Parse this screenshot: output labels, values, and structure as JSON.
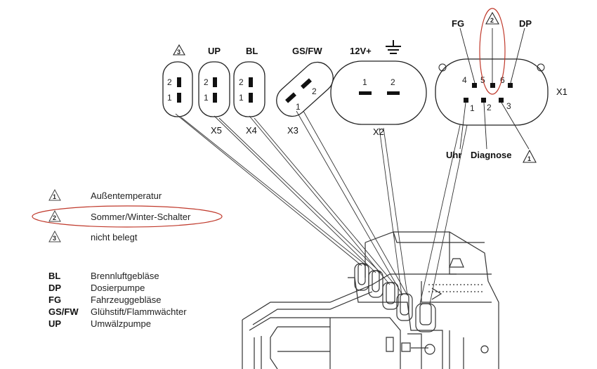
{
  "connectors": {
    "x5": {
      "label": "X5",
      "header": "UP",
      "pin1": "1",
      "pin2": "2"
    },
    "x4": {
      "label": "X4",
      "header": "BL",
      "pin1": "1",
      "pin2": "2"
    },
    "x3": {
      "label": "X3",
      "header": "GS/FW",
      "pin1": "1",
      "pin2": "2"
    },
    "x2": {
      "label": "X2",
      "header": "12V+",
      "pin1": "1",
      "pin2": "2"
    },
    "x1": {
      "label": "X1",
      "pin1": "1",
      "pin2": "2",
      "pin3": "3",
      "pin4": "4",
      "pin5": "5",
      "pin6": "6"
    },
    "unused_marker": "3"
  },
  "x1_signals": {
    "fg": "FG",
    "dp": "DP",
    "uhr": "Uhr",
    "diagnose": "Diagnose",
    "top_marker": "2",
    "bottom_marker": "1"
  },
  "legend": [
    {
      "marker": "1",
      "text": "Außentemperatur"
    },
    {
      "marker": "2",
      "text": "Sommer/Winter-Schalter"
    },
    {
      "marker": "3",
      "text": "nicht belegt"
    }
  ],
  "abbreviations": [
    {
      "abbr": "BL",
      "text": "Brennluftgebläse"
    },
    {
      "abbr": "DP",
      "text": "Dosierpumpe"
    },
    {
      "abbr": "FG",
      "text": "Fahrzeuggebläse"
    },
    {
      "abbr": "GS/FW",
      "text": "Glühstift/Flammwächter"
    },
    {
      "abbr": "UP",
      "text": "Umwälzpumpe"
    }
  ],
  "colors": {
    "line": "#222222",
    "highlight": "#c0392b"
  }
}
